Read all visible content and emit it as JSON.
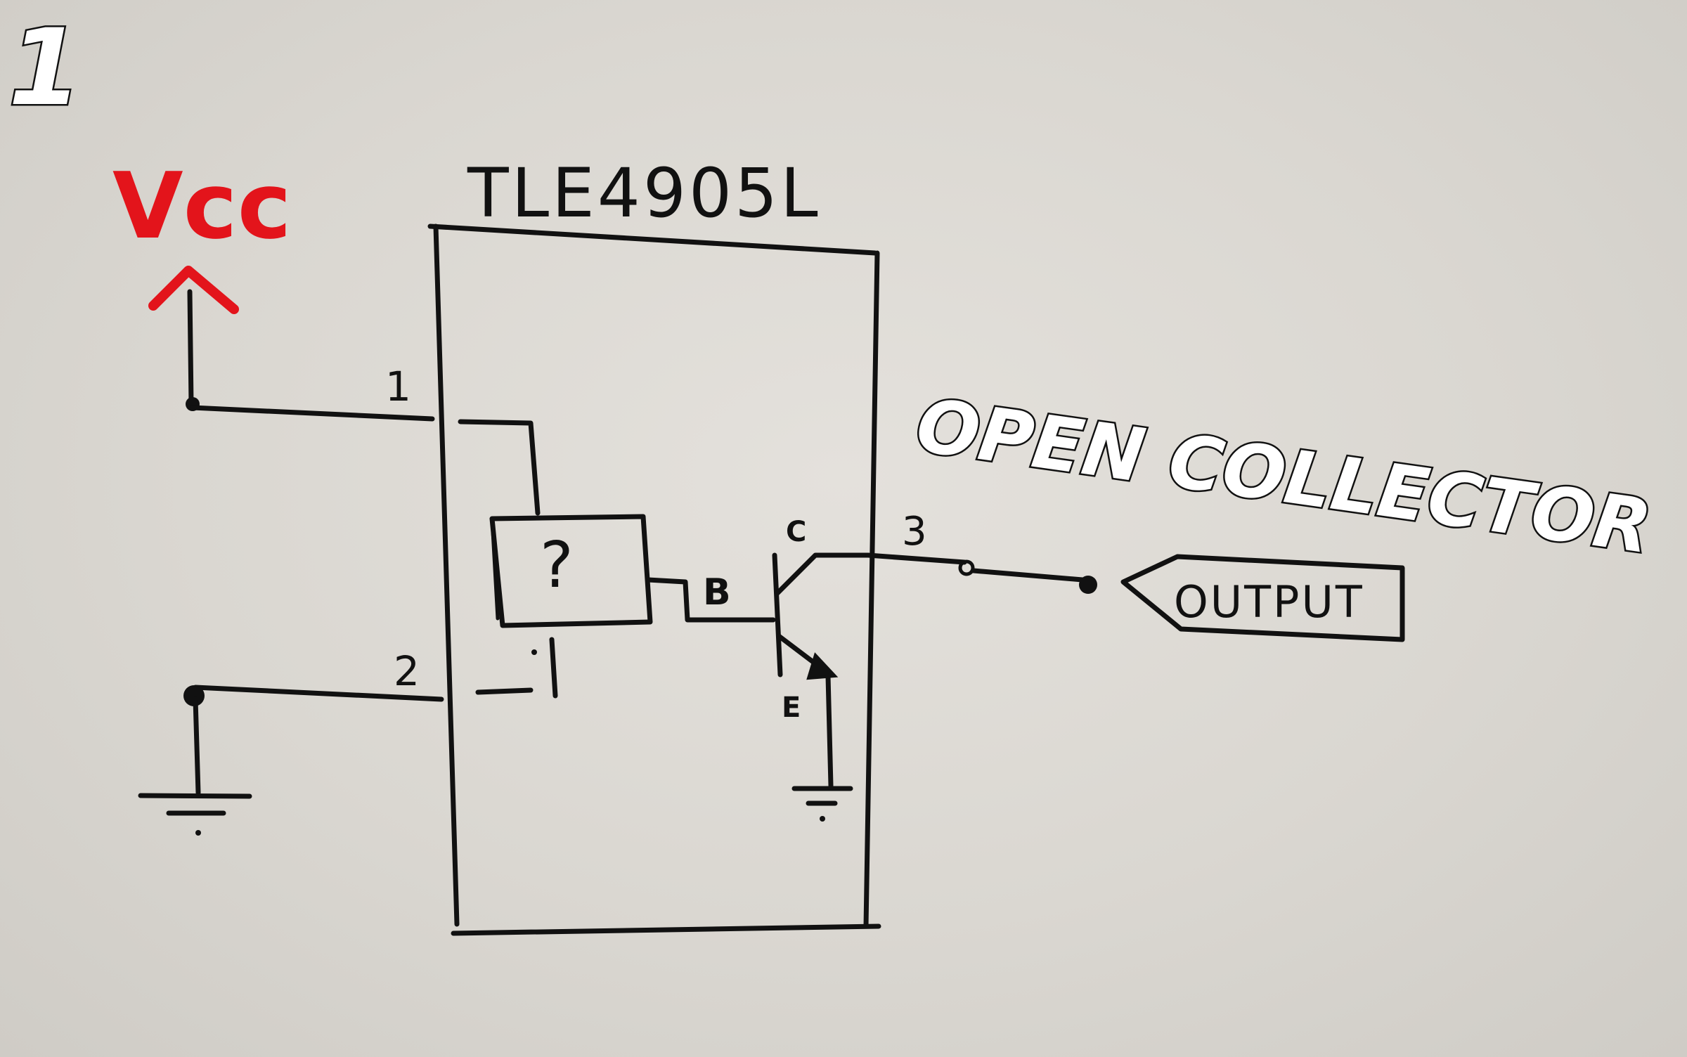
{
  "figure_number": "1",
  "chip": {
    "name": "TLE4905L",
    "block_label": "?"
  },
  "supply": {
    "label": "Vcc"
  },
  "pins": {
    "pin1": "1",
    "pin2": "2",
    "pin3": "3"
  },
  "transistor": {
    "base": "B",
    "collector": "C",
    "emitter": "E"
  },
  "output": {
    "label": "OUTPUT",
    "type_label": "OPEN COLLECTOR"
  },
  "colors": {
    "ink": "#111111",
    "supply": "#e3141b",
    "background": "#d9d6d0",
    "outlined_text_fill": "#ffffff"
  }
}
